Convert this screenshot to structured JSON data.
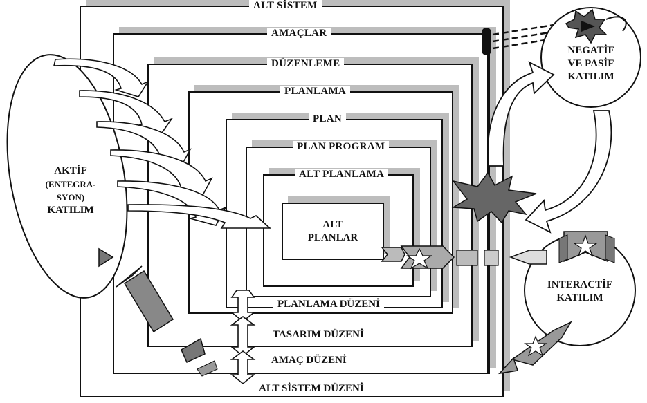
{
  "layers": [
    {
      "key": "alt_sistem",
      "label": "ALT SİSTEM"
    },
    {
      "key": "amaclar",
      "label": "AMAÇLAR"
    },
    {
      "key": "duzenleme",
      "label": "DÜZENLEME"
    },
    {
      "key": "planlama",
      "label": "PLANLAMA"
    },
    {
      "key": "plan",
      "label": "PLAN"
    },
    {
      "key": "plan_program",
      "label": "PLAN PROGRAM"
    },
    {
      "key": "alt_planlama",
      "label": "ALT  PLANLAMA"
    }
  ],
  "core": {
    "line1": "ALT",
    "line2": "PLANLAR"
  },
  "orders": {
    "planlama_duzeni": "PLANLAMA DÜZENİ",
    "tasarim_duzeni": "TASARIM DÜZENİ",
    "amac_duzeni": "AMAÇ DÜZENİ",
    "alt_sistem_duzeni": "ALT SİSTEM DÜZENİ"
  },
  "aktif": {
    "line1": "AKTİF",
    "line2": "(ENTEGRA-",
    "line3": "SYON)",
    "line4": "KATILIM"
  },
  "negatif": {
    "line1": "NEGATİF",
    "line2": "VE PASİF",
    "line3": "KATILIM"
  },
  "interactif": {
    "line1": "INTERACTİF",
    "line2": "KATILIM"
  }
}
